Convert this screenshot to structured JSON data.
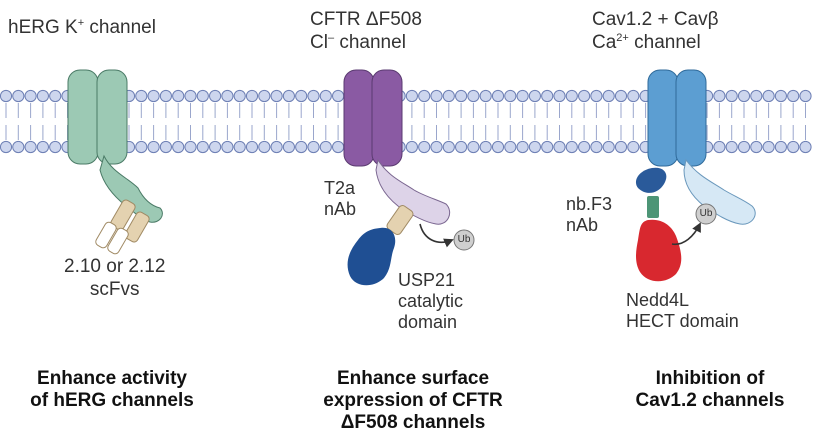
{
  "colors": {
    "membrane_head": "#cdd6ee",
    "membrane_head_edge": "#6d7fb4",
    "herg": "#9cc9b4",
    "herg_light": "#cfe7dc",
    "cftr": "#8a5aa3",
    "cftr_light": "#ddd3e8",
    "cav": "#5c9ed2",
    "cav_light": "#d6e8f5",
    "scfv": "#e4d2b0",
    "usp21": "#1f4f93",
    "nedd4l": "#d8282f",
    "nbf3": "#2a5a9a",
    "linker": "#4d9576",
    "ub": "#cfcfcf"
  },
  "panels": [
    {
      "channel_title": [
        "hERG K",
        "+",
        " channel"
      ],
      "binder_label": [
        "2.10 or 2.12",
        "scFvs"
      ],
      "caption": [
        "Enhance activity",
        "of hERG channels"
      ]
    },
    {
      "channel_title": [
        "CFTR ΔF508",
        "Cl",
        "–",
        " channel"
      ],
      "binder_label": [
        "T2a",
        "nAb"
      ],
      "effector_label": [
        "USP21",
        "catalytic",
        "domain"
      ],
      "ub_label": "Ub",
      "caption": [
        "Enhance surface",
        "expression of CFTR",
        "ΔF508 channels"
      ]
    },
    {
      "channel_title": [
        "Cav1.2 + Cavβ",
        "Ca",
        "2+",
        " channel"
      ],
      "binder_label": [
        "nb.F3",
        "nAb"
      ],
      "effector_label": [
        "Nedd4L",
        "HECT domain"
      ],
      "ub_label": "Ub",
      "caption": [
        "Inhibition of",
        "Cav1.2 channels"
      ]
    }
  ]
}
